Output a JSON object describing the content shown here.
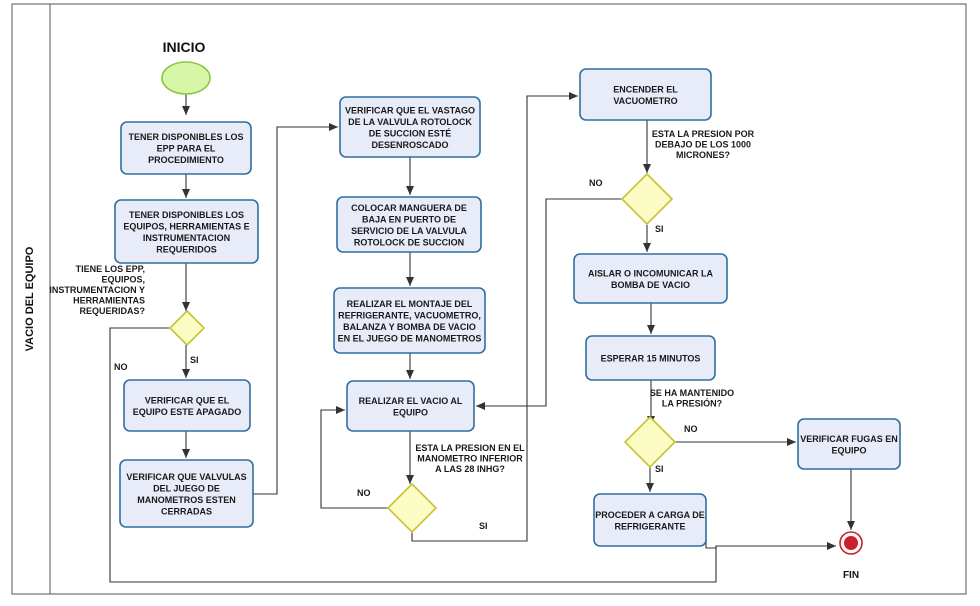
{
  "lane": {
    "label": "VACIO DEL EQUIPO"
  },
  "start": {
    "label": "INICIO"
  },
  "end": {
    "label": "FIN"
  },
  "steps": {
    "epp": [
      "TENER DISPONIBLES LOS",
      "EPP PARA EL",
      "PROCEDIMIENTO"
    ],
    "equipos": [
      "TENER DISPONIBLES LOS",
      "EQUIPOS, HERRAMIENTAS E",
      "INSTRUMENTACION",
      "REQUERIDOS"
    ],
    "apagado": [
      "VERIFICAR QUE EL",
      "EQUIPO ESTE APAGADO"
    ],
    "valvulas": [
      "VERIFICAR QUE VALVULAS",
      "DEL JUEGO DE",
      "MANOMETROS ESTEN",
      "CERRADAS"
    ],
    "vastago": [
      "VERIFICAR QUE EL VASTAGO",
      "DE LA VALVULA ROTOLOCK",
      "DE SUCCION ESTÉ",
      "DESENROSCADO"
    ],
    "manguera": [
      "COLOCAR MANGUERA DE",
      "BAJA EN PUERTO DE",
      "SERVICIO DE LA VALVULA",
      "ROTOLOCK DE SUCCION"
    ],
    "montaje": [
      "REALIZAR EL MONTAJE DEL",
      "REFRIGERANTE, VACUOMETRO,",
      "BALANZA Y BOMBA DE VACIO",
      "EN EL JUEGO DE MANOMETROS"
    ],
    "vacio": [
      "REALIZAR EL VACIO AL",
      "EQUIPO"
    ],
    "vacuometro": [
      "ENCENDER EL",
      "VACUOMETRO"
    ],
    "aislar": [
      "AISLAR O INCOMUNICAR LA",
      "BOMBA DE VACIO"
    ],
    "esperar": [
      "ESPERAR 15 MINUTOS"
    ],
    "carga": [
      "PROCEDER A CARGA DE",
      "REFRIGERANTE"
    ],
    "fugas": [
      "VERIFICAR FUGAS EN",
      "EQUIPO"
    ]
  },
  "decisions": {
    "d1": {
      "question": [
        "TIENE LOS EPP,",
        "EQUIPOS,",
        "INSTRUMENTACION Y",
        "HERRAMIENTAS",
        "REQUERIDAS?"
      ],
      "yes": "SI",
      "no": "NO"
    },
    "d2": {
      "question": [
        "ESTA LA PRESION EN EL",
        "MANOMETRO INFERIOR",
        "A LAS 28 INHG?"
      ],
      "yes": "SI",
      "no": "NO"
    },
    "d3": {
      "question": [
        "ESTA LA PRESION POR",
        "DEBAJO DE LOS 1000",
        "MICRONES?"
      ],
      "yes": "SI",
      "no": "NO"
    },
    "d4": {
      "question": [
        "SE HA MANTENIDO",
        "LA PRESIÓN?"
      ],
      "yes": "SI",
      "no": "NO"
    }
  },
  "colors": {
    "box_fill": "#e8ecf8",
    "box_stroke": "#2f6f9f",
    "decision_fill": "#fbfbc4",
    "decision_stroke": "#c8c232",
    "start_fill": "#d7f7a8",
    "start_stroke": "#8cc63f",
    "end_fill": "#cc1f2a",
    "line": "#333333"
  }
}
